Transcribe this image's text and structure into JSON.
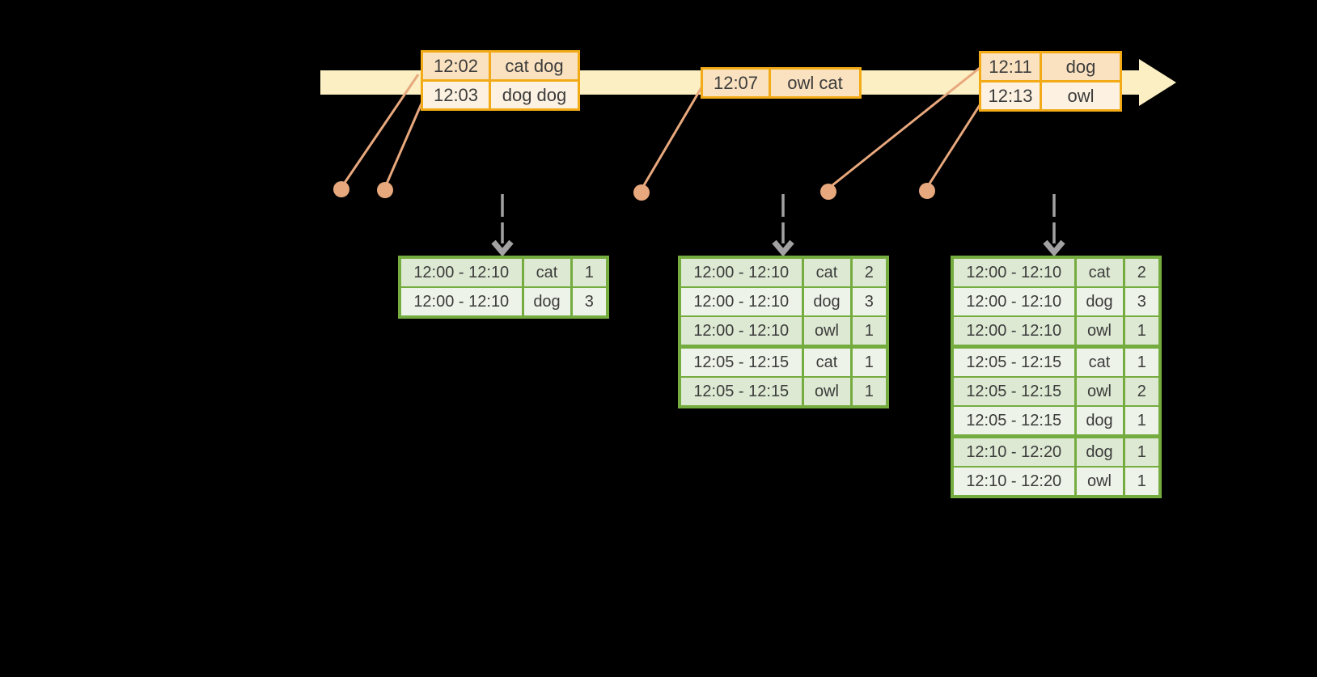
{
  "colors": {
    "timeline_band": "#fbefc3",
    "event_border": "#f2ab17",
    "event_row_dark": "#fae2c0",
    "event_row_light": "#fdf2e1",
    "connector": "#e8a87d",
    "trigger_arrow": "#a2a2a2",
    "result_border": "#75ac40",
    "result_row_dark": "#dde9d2",
    "result_row_light": "#eef3e9",
    "text": "#3c3c3c"
  },
  "event_tables": [
    {
      "name": "events-at-12-02",
      "rows": [
        [
          "12:02",
          "cat dog"
        ],
        [
          "12:03",
          "dog dog"
        ]
      ]
    },
    {
      "name": "events-at-12-07",
      "rows": [
        [
          "12:07",
          "owl cat"
        ]
      ]
    },
    {
      "name": "events-at-12-11",
      "rows": [
        [
          "12:11",
          "dog"
        ],
        [
          "12:13",
          "owl"
        ]
      ]
    }
  ],
  "result_tables": [
    {
      "name": "result-table-1",
      "rows": [
        [
          "12:00 - 12:10",
          "cat",
          "1"
        ],
        [
          "12:00 - 12:10",
          "dog",
          "3"
        ]
      ]
    },
    {
      "name": "result-table-2",
      "rows": [
        [
          "12:00 - 12:10",
          "cat",
          "2"
        ],
        [
          "12:00 - 12:10",
          "dog",
          "3"
        ],
        [
          "12:00 - 12:10",
          "owl",
          "1"
        ],
        [
          "12:05 - 12:15",
          "cat",
          "1"
        ],
        [
          "12:05 - 12:15",
          "owl",
          "1"
        ]
      ]
    },
    {
      "name": "result-table-3",
      "rows": [
        [
          "12:00 - 12:10",
          "cat",
          "2"
        ],
        [
          "12:00 - 12:10",
          "dog",
          "3"
        ],
        [
          "12:00 - 12:10",
          "owl",
          "1"
        ],
        [
          "12:05 - 12:15",
          "cat",
          "1"
        ],
        [
          "12:05 - 12:15",
          "owl",
          "2"
        ],
        [
          "12:05 - 12:15",
          "dog",
          "1"
        ],
        [
          "12:10 - 12:20",
          "dog",
          "1"
        ],
        [
          "12:10 - 12:20",
          "owl",
          "1"
        ]
      ]
    }
  ]
}
